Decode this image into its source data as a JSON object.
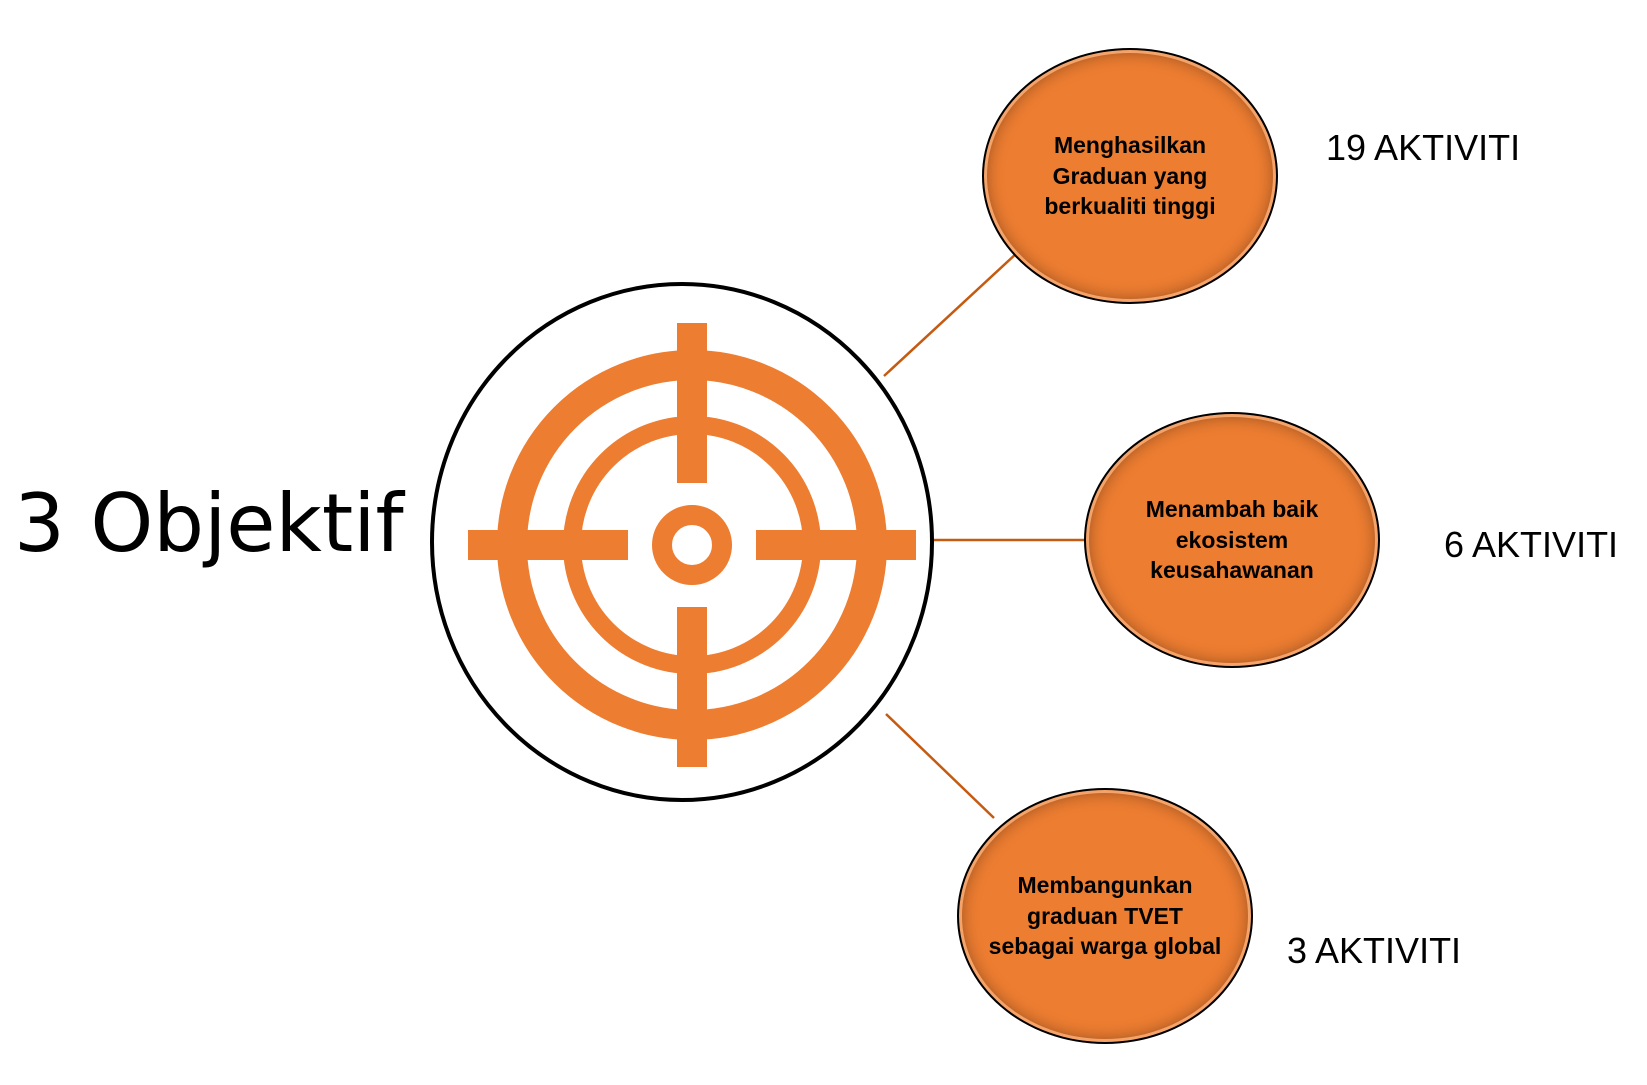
{
  "title": "3 Objektif",
  "colors": {
    "accent": "#ED7D31",
    "connector": "#C55A11",
    "outline": "#000000",
    "background": "#FFFFFF"
  },
  "center_icon": "crosshair-target-icon",
  "objectives": [
    {
      "label": "Menghasilkan Graduan yang berkualiti tinggi",
      "count": "19 AKTIVITI"
    },
    {
      "label": "Menambah baik ekosistem keusahawanan",
      "count": "6 AKTIVITI"
    },
    {
      "label": "Membangunkan graduan TVET sebagai warga global",
      "count": "3 AKTIVITI"
    }
  ]
}
